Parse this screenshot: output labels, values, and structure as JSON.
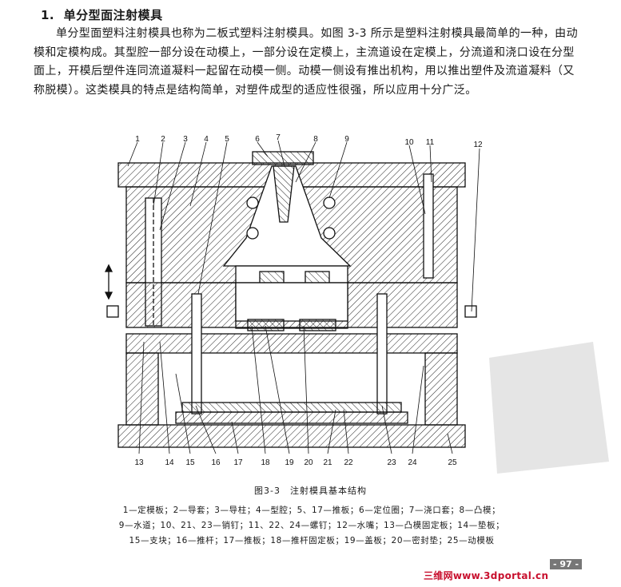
{
  "section": {
    "number": "1.",
    "title": "单分型面注射模具"
  },
  "paragraph": "单分型面塑料注射模具也称为二板式塑料注射模具。如图 3-3 所示是塑料注射模具最简单的一种，由动模和定模构成。其型腔一部分设在动模上，一部分设在定模上，主流道设在定模上，分流道和浇口设在分型面上，开模后塑件连同流道凝料一起留在动模一侧。动模一侧设有推出机构，用以推出塑件及流道凝料（又称脱模）。这类模具的特点是结构简单，对塑件成型的适应性很强，所以应用十分广泛。",
  "figure": {
    "callouts_top": [
      "1",
      "2",
      "3",
      "4",
      "5",
      "6",
      "7",
      "8",
      "9",
      "10",
      "11",
      "12"
    ],
    "callouts_bottom": [
      "13",
      "14",
      "15",
      "16",
      "17",
      "18",
      "19",
      "20",
      "21",
      "22",
      "23",
      "24",
      "25"
    ],
    "caption": "图3-3　注射模具基本结构",
    "legend": [
      "1—定模板；2—导套；3—导柱；4—型腔；5、17—推板；6—定位圈；7—浇口套；8—凸模；",
      "9—水道；10、21、23—销钉；11、22、24—螺钉；12—水嘴；13—凸模固定板；14—垫板；",
      "15—支块；16—推杆；17—推板；18—推杆固定板；19—盖板；20—密封垫；25—动模板"
    ]
  },
  "page_number": "- 97 -",
  "watermark": "三维网www.3dportal.cn"
}
